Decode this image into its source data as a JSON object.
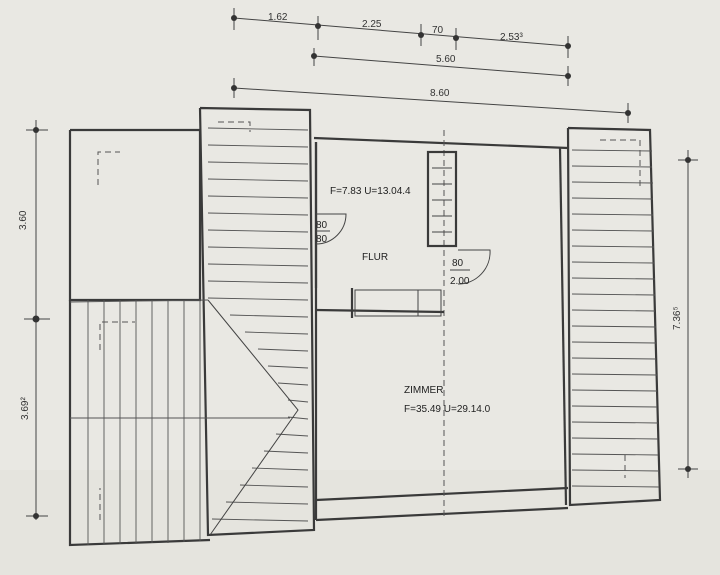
{
  "dimensions": {
    "top_row1": [
      "1.62",
      "2.25",
      "70",
      "2.53³"
    ],
    "top_row2": "5.60",
    "top_row3": "8.60",
    "left_upper": "3.60",
    "left_lower": "3.69²",
    "right": "7.36⁵"
  },
  "rooms": {
    "flur": {
      "area_label": "F=7.83 U=13.04.4",
      "name": "FLUR",
      "door_left": [
        "80",
        "80"
      ],
      "door_right": [
        "80",
        "2.00"
      ]
    },
    "zimmer": {
      "name": "ZIMMER",
      "area_label": "F=35.49 U=29.14.0"
    }
  },
  "colors": {
    "paper": "#e9e8e3",
    "line": "#3a3a3a"
  }
}
